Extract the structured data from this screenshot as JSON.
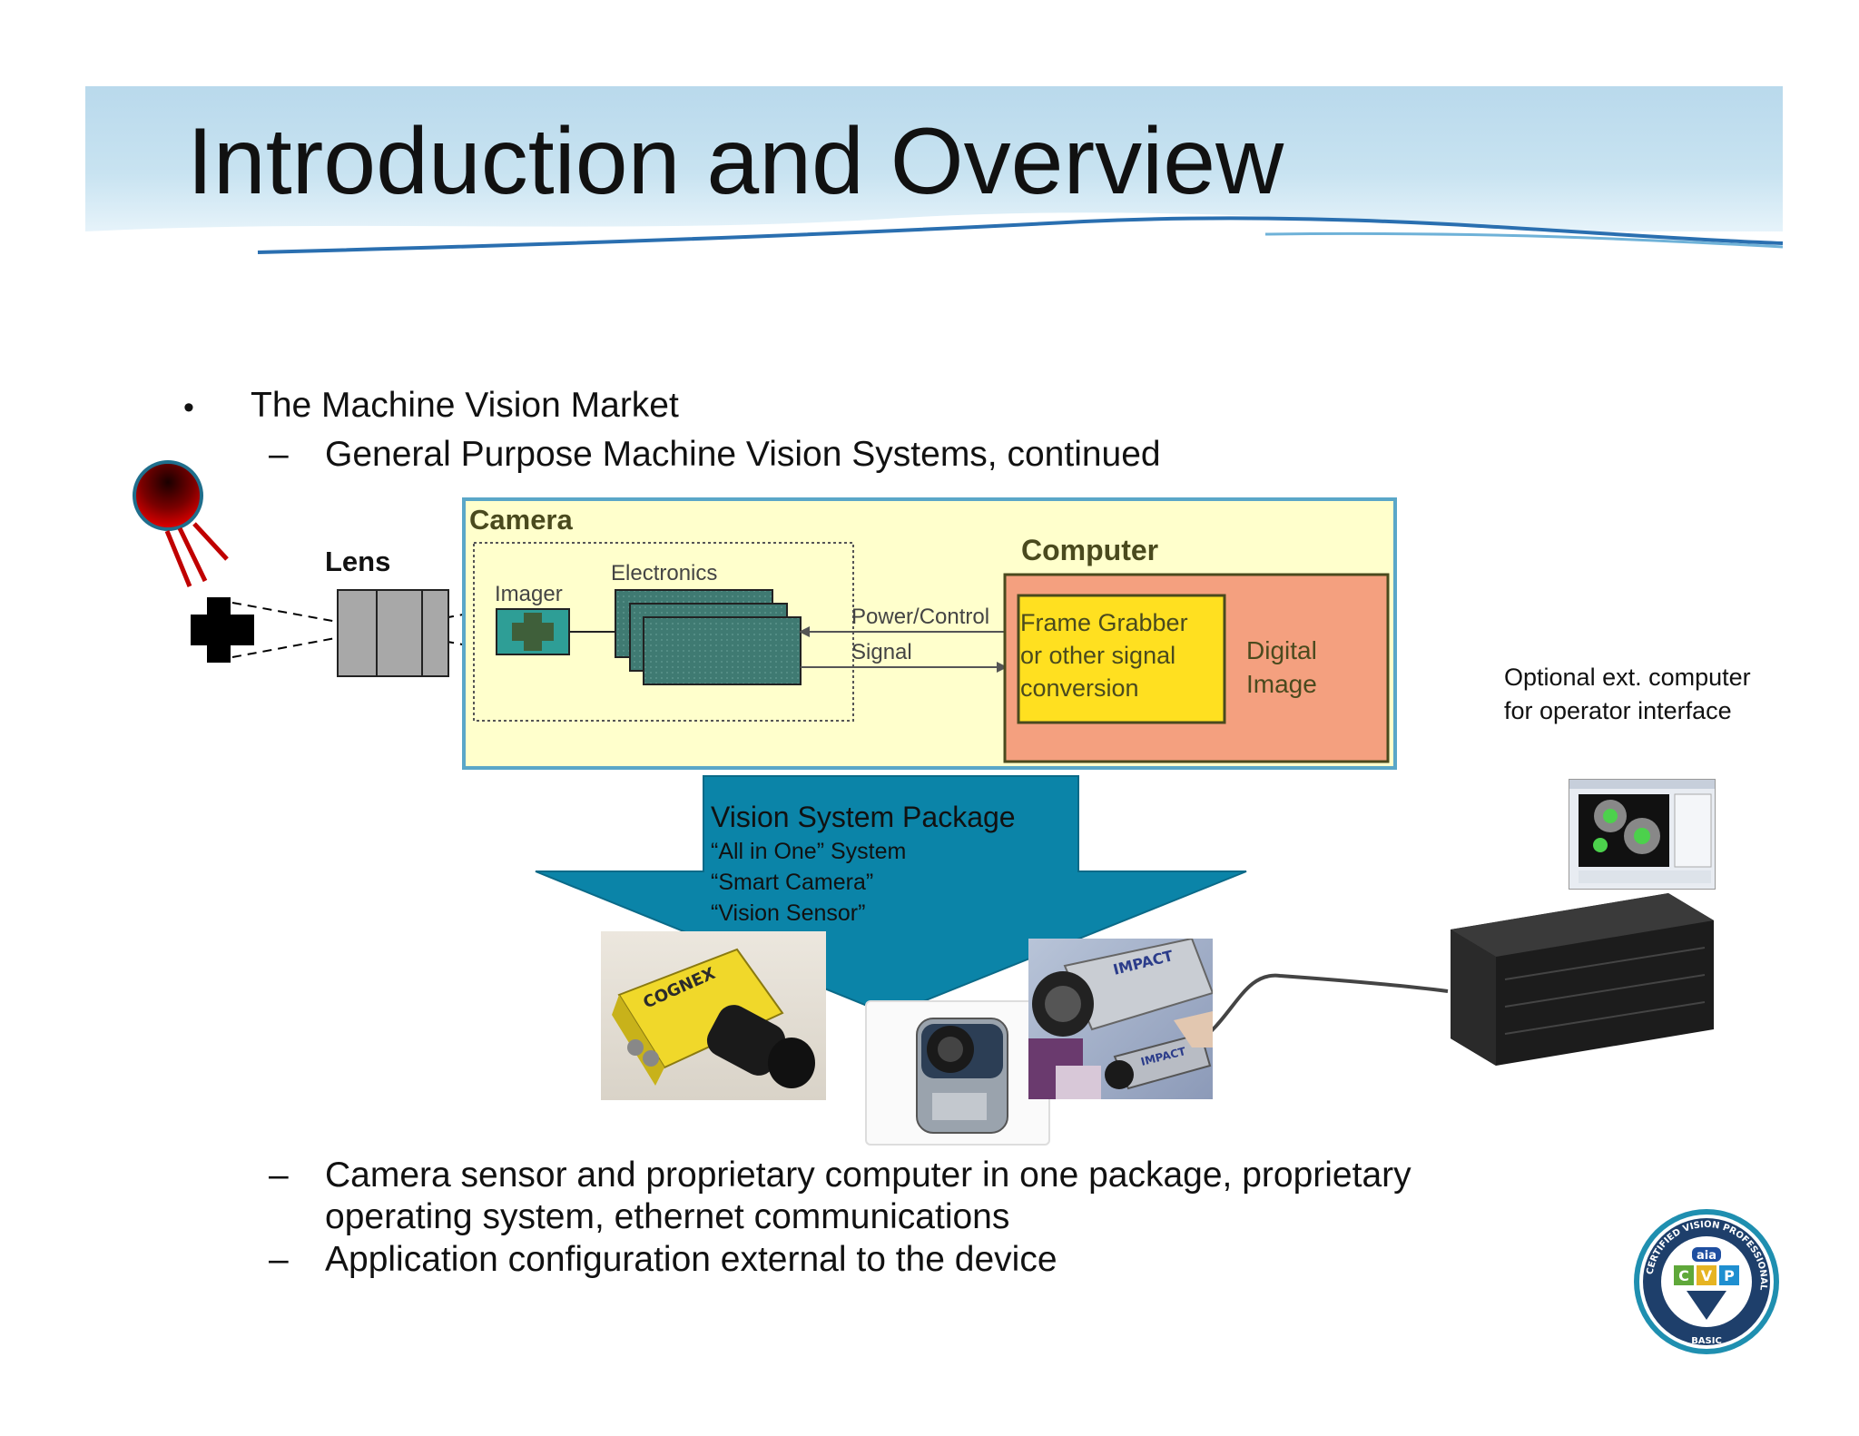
{
  "slide": {
    "title": "Introduction and Overview"
  },
  "bullets": {
    "bullet_symbol": "•",
    "dash_symbol": "–",
    "main": "The Machine Vision Market",
    "sub_1": "General Purpose Machine Vision Systems, continued",
    "sub_2": "Camera sensor and proprietary computer in one package, proprietary operating system, ethernet communications",
    "sub_3": "Application configuration external to the device"
  },
  "diagram": {
    "lens_label": "Lens",
    "camera_label": "Camera",
    "imager_label": "Imager",
    "electronics_label": "Electronics",
    "power_control_label": "Power/Control",
    "signal_label": "Signal",
    "computer_label": "Computer",
    "frame_grabber_label": "Frame Grabber or other signal conversion",
    "digital_image_label": "Digital Image",
    "optional_label": "Optional ext. computer for operator interface",
    "package": {
      "title": "Vision System Package",
      "lines": [
        "“All in One” System",
        "“Smart Camera”",
        "“Vision Sensor”"
      ]
    },
    "photo_brands": {
      "cognex": "COGNEX",
      "impact": "IMPACT",
      "impact_2": "IMPACT"
    }
  },
  "badge": {
    "ring_text": "CERTIFIED VISION PROFESSIONAL",
    "logo": "aia",
    "letters": [
      "C",
      "V",
      "P"
    ],
    "level": "BASIC"
  },
  "colors": {
    "banner": "#b9d9ec",
    "camera_box_fill": "#ffffcc",
    "camera_box_border": "#5aa7c8",
    "computer_fill": "#f4a07f",
    "frame_grabber_fill": "#ffe020",
    "electronics_fill": "#3f7a72",
    "imager_fill": "#2e9e96",
    "arrow_fill": "#0b84a8",
    "light_source": "#b00000",
    "lens_fill": "#a8a8a8"
  }
}
